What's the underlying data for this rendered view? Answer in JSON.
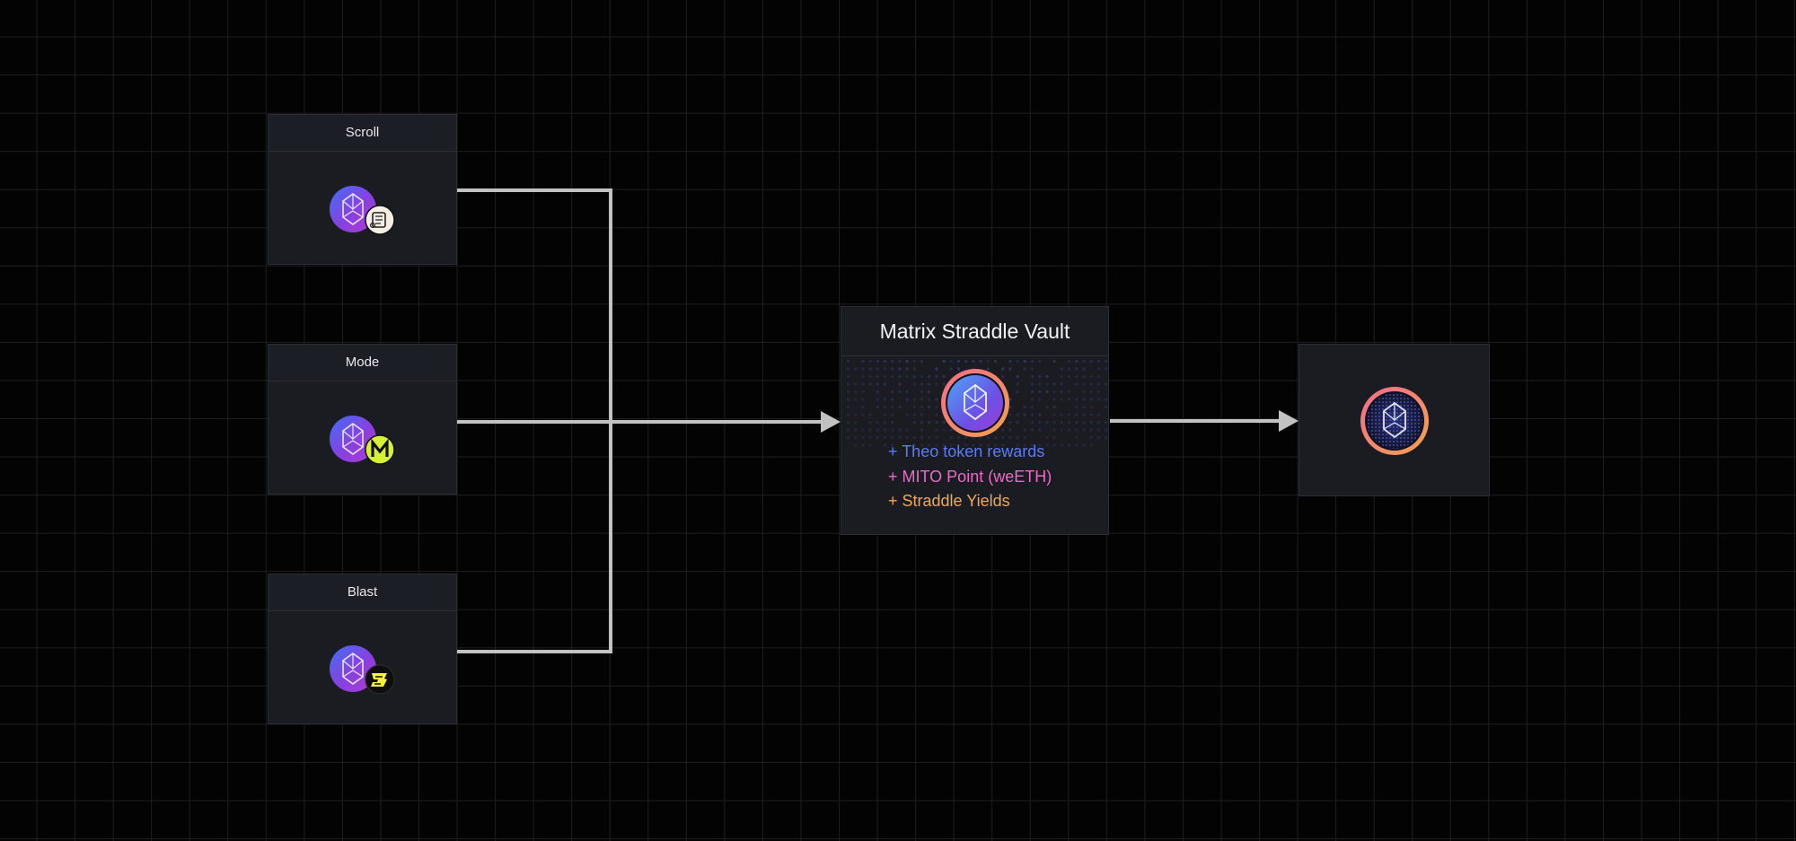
{
  "sources": [
    {
      "name": "Scroll",
      "badge": "scroll-badge-icon"
    },
    {
      "name": "Mode",
      "badge": "mode-badge-icon"
    },
    {
      "name": "Blast",
      "badge": "blast-badge-icon"
    }
  ],
  "vault": {
    "title": "Matrix Straddle Vault",
    "rewards": [
      {
        "label": "+ Theo token rewards",
        "color": "#5b7cf7"
      },
      {
        "label": "+ MITO Point (weETH)",
        "color": "#e86cc7"
      },
      {
        "label": "+ Straddle Yields",
        "color": "#f0a85a"
      }
    ]
  },
  "colors": {
    "connector": "#c2c2c2",
    "card_bg": "#1a1c22",
    "mode_yellow": "#d7f034",
    "blast_yellow": "#f6f23c"
  }
}
